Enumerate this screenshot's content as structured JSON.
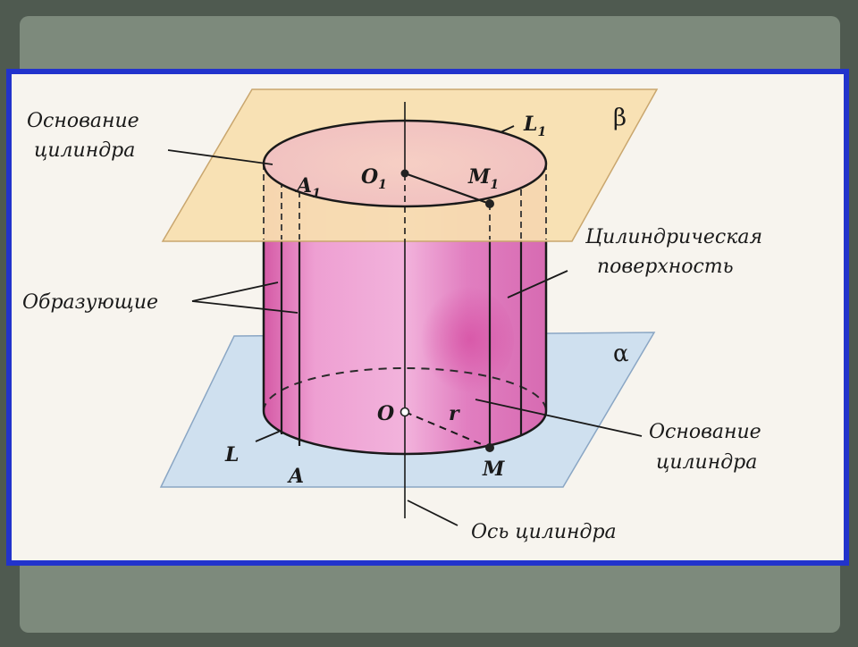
{
  "labels": {
    "top_base": [
      "Основание",
      "цилиндра"
    ],
    "generators": "Образующие",
    "surface": [
      "Цилиндрическая",
      "поверхность"
    ],
    "bottom_base": [
      "Основание",
      "цилиндра"
    ],
    "axis": "Ось цилиндра"
  },
  "points": {
    "A1": {
      "main": "A",
      "sub": "1"
    },
    "O1": {
      "main": "O",
      "sub": "1"
    },
    "M1": {
      "main": "M",
      "sub": "1"
    },
    "L1": {
      "main": "L",
      "sub": "1"
    },
    "O": "O",
    "r": "r",
    "L": "L",
    "A": "A",
    "M": "M"
  },
  "planes": {
    "beta": "β",
    "alpha": "α"
  },
  "colors": {
    "frame": "#2233cc",
    "paper": "#f7f4ee",
    "plane_beta": "#f7dfaf",
    "plane_alpha": "#cfe0ef",
    "cylinder": "#e27fc1",
    "background": "#4f5a50"
  }
}
